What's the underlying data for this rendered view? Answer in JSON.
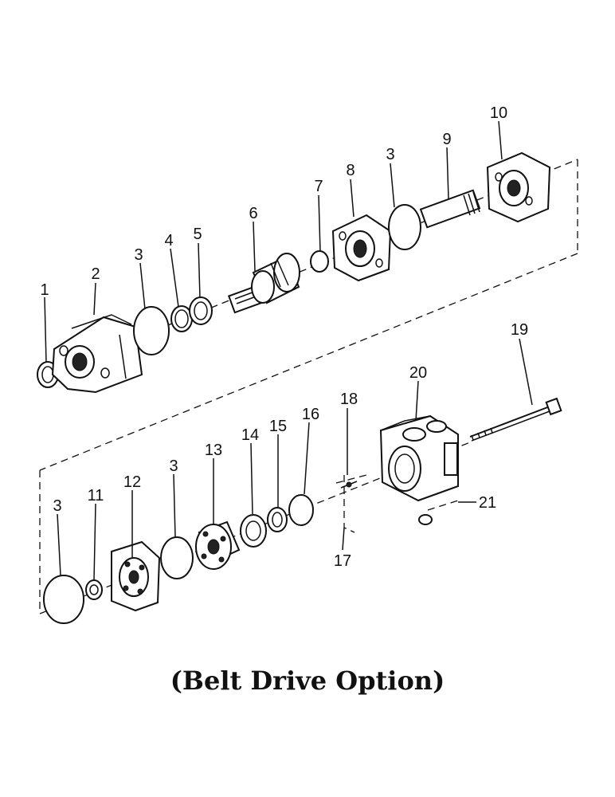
{
  "title": "(Belt Drive Option)",
  "part_numbers": {
    "p1": "1",
    "p2": "2",
    "p3a": "3",
    "p4": "4",
    "p5": "5",
    "p6": "6",
    "p7": "7",
    "p8": "8",
    "p3b": "3",
    "p9": "9",
    "p10": "10",
    "p19": "19",
    "p20": "20",
    "p18": "18",
    "p16": "16",
    "p15": "15",
    "p14": "14",
    "p13": "13",
    "p3c": "3",
    "p12": "12",
    "p11": "11",
    "p3d": "3",
    "p17": "17",
    "p21": "21"
  }
}
